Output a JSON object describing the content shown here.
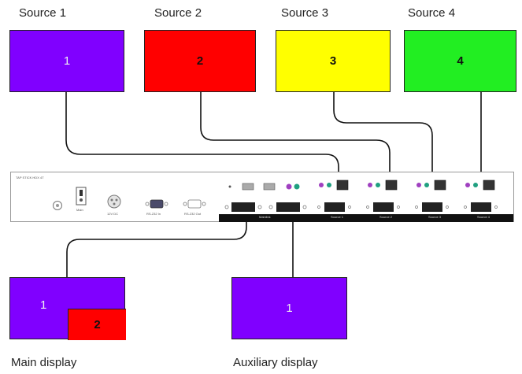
{
  "sources": [
    {
      "label": "Source 1",
      "number": "1",
      "color": "#8000ff"
    },
    {
      "label": "Source 2",
      "number": "2",
      "color": "#ff0000"
    },
    {
      "label": "Source 3",
      "number": "3",
      "color": "#ffff00"
    },
    {
      "label": "Source 4",
      "number": "4",
      "color": "#22ee22"
    }
  ],
  "displays": {
    "main": {
      "caption": "Main display",
      "primary_number": "1",
      "pip_number": "2",
      "primary_color": "#8000ff",
      "pip_color": "#ff0000"
    },
    "auxiliary": {
      "caption": "Auxiliary display",
      "number": "1",
      "color": "#8000ff"
    }
  },
  "device": {
    "model_label": "TAP STICK HDX 4T",
    "power_switch_label": "Main",
    "dc_input_label": "12V DC",
    "rs232_in_label": "RS-232 In",
    "rs232_out_label": "RS-232 Out",
    "sections": {
      "mainlink": "Mainlink",
      "source1": "Source 1",
      "source2": "Source 2",
      "source3": "Source 3",
      "source4": "Source 4"
    }
  }
}
